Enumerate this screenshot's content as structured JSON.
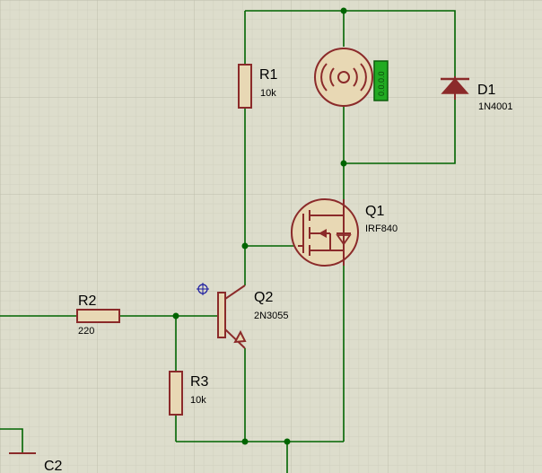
{
  "components": {
    "r1": {
      "ref": "R1",
      "value": "10k"
    },
    "r2": {
      "ref": "R2",
      "value": "220"
    },
    "r3": {
      "ref": "R3",
      "value": "10k"
    },
    "q1": {
      "ref": "Q1",
      "value": "IRF840"
    },
    "q2": {
      "ref": "Q2",
      "value": "2N3055"
    },
    "d1": {
      "ref": "D1",
      "value": "1N4001"
    },
    "c2": {
      "ref": "C2"
    }
  },
  "motor_indicator": {
    "label": "0.0.0.0"
  },
  "colors": {
    "background": "#ddddcc",
    "grid_minor": "#cfcfbe",
    "grid_major": "#bdbdac",
    "wire": "#006400",
    "component_outline": "#8b2a2a",
    "component_fill": "#e8d8b4",
    "indicator": "#22aa22",
    "cursor": "#1a1aa0"
  }
}
